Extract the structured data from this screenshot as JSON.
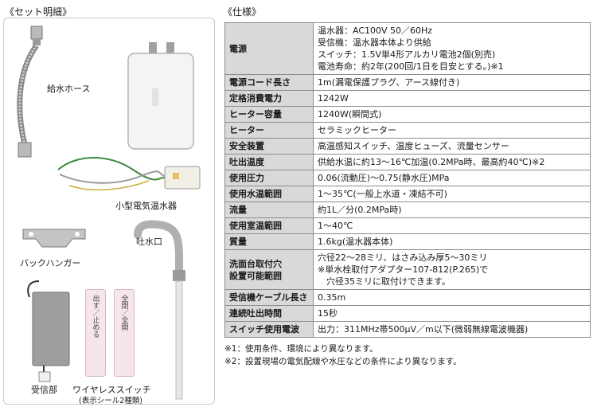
{
  "set_contents": {
    "title": "《セット明細》",
    "parts": {
      "hose": "給水ホース",
      "heater": "小型電気温水器",
      "hanger": "バックハンガー",
      "spout": "吐水口",
      "receiver": "受信部",
      "switch": "ワイヤレススイッチ",
      "switch_note": "(表示シール2種類)"
    },
    "seal_texts": [
      "出す／止める",
      "全閉／全開"
    ]
  },
  "spec": {
    "title": "《仕様》",
    "rows": [
      {
        "key": "電源",
        "lines": [
          "温水器：AC100V 50／60Hz",
          "受信機：温水器本体より供給",
          "スイッチ：1.5V単4形アルカリ電池2個(別売)",
          "電池寿命：約2年(200回/1日を目安とする。)※1"
        ]
      },
      {
        "key": "電源コード長さ",
        "lines": [
          "1m(漏電保護プラグ、アース線付き)"
        ]
      },
      {
        "key": "定格消費電力",
        "lines": [
          "1242W"
        ]
      },
      {
        "key": "ヒーター容量",
        "lines": [
          "1240W(瞬間式)"
        ]
      },
      {
        "key": "ヒーター",
        "lines": [
          "セラミックヒーター"
        ]
      },
      {
        "key": "安全装置",
        "lines": [
          "高温感知スイッチ、温度ヒューズ、流量センサー"
        ]
      },
      {
        "key": "吐出温度",
        "lines": [
          "供給水温に約13～16℃加温(0.2MPa時、最高約40℃)※2"
        ]
      },
      {
        "key": "使用圧力",
        "lines": [
          "0.06(流動圧)～0.75(静水圧)MPa"
        ]
      },
      {
        "key": "使用水温範囲",
        "lines": [
          "1～35℃(一般上水道・凍結不可)"
        ]
      },
      {
        "key": "流量",
        "lines": [
          "約1L／分(0.2MPa時)"
        ]
      },
      {
        "key": "使用室温範囲",
        "lines": [
          "1～40℃"
        ]
      },
      {
        "key": "質量",
        "lines": [
          "1.6kg(温水器本体)"
        ]
      },
      {
        "key": "洗面台取付穴設置可能範囲",
        "key_lines": [
          "洗面台取付穴",
          "設置可能範囲"
        ],
        "lines": [
          "穴径22～28ミリ、はさみ込み厚5～30ミリ",
          "※単水栓取付アダプター107-812(P.265)で",
          "　穴径35ミリに取付けできます。"
        ]
      },
      {
        "key": "受信機ケーブル長さ",
        "lines": [
          "0.35m"
        ]
      },
      {
        "key": "連続吐出時間",
        "lines": [
          "15秒"
        ]
      },
      {
        "key": "スイッチ使用電波",
        "lines": [
          "出力：311MHz帯500μV／m以下(微弱無線電波機器)"
        ]
      }
    ],
    "notes": [
      "※1：使用条件、環境により異なります。",
      "※2：設置現場の電気配線や水圧などの条件により異なります。"
    ]
  },
  "colors": {
    "header_bg": "#d9d9d9",
    "border": "#8c8c8c",
    "panel_border": "#c9c9c9"
  }
}
